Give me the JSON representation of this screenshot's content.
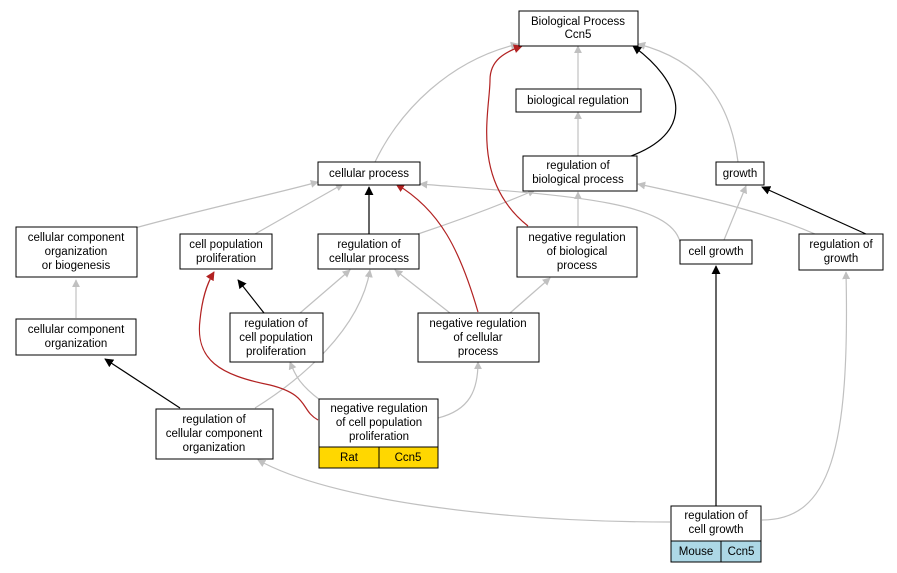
{
  "colors": {
    "is_a_edge": "#c0c0c0",
    "regulates_edge": "#000000",
    "negatively_regulates_edge": "#b22222",
    "rat_badge": "#ffd700",
    "mouse_badge": "#add8e6"
  },
  "nodes": {
    "root": [
      "Biological Process",
      "Ccn5"
    ],
    "biological_regulation": [
      "biological regulation"
    ],
    "cellular_process": [
      "cellular process"
    ],
    "regulation_of_biological_process": [
      "regulation of",
      "biological process"
    ],
    "growth": [
      "growth"
    ],
    "cellular_component_organization_or_biogenesis": [
      "cellular component",
      "organization",
      "or biogenesis"
    ],
    "cell_population_proliferation": [
      "cell population",
      "proliferation"
    ],
    "regulation_of_cellular_process": [
      "regulation of",
      "cellular process"
    ],
    "negative_regulation_of_biological_process": [
      "negative regulation",
      "of biological",
      "process"
    ],
    "cell_growth": [
      "cell growth"
    ],
    "regulation_of_growth": [
      "regulation of",
      "growth"
    ],
    "cellular_component_organization": [
      "cellular component",
      "organization"
    ],
    "regulation_of_cell_population_proliferation": [
      "regulation of",
      "cell population",
      "proliferation"
    ],
    "negative_regulation_of_cellular_process": [
      "negative regulation",
      "of cellular",
      "process"
    ],
    "regulation_of_cellular_component_organization": [
      "regulation of",
      "cellular component",
      "organization"
    ],
    "negative_regulation_of_cell_population_proliferation": [
      "negative regulation",
      "of cell population",
      "proliferation"
    ],
    "regulation_of_cell_growth": [
      "regulation of",
      "cell growth"
    ]
  },
  "annotations": {
    "rat": {
      "species": "Rat",
      "gene": "Ccn5"
    },
    "mouse": {
      "species": "Mouse",
      "gene": "Ccn5"
    }
  },
  "edges": [
    {
      "from": "biological_regulation",
      "to": "root",
      "type": "is_a"
    },
    {
      "from": "cellular_process",
      "to": "root",
      "type": "is_a"
    },
    {
      "from": "growth",
      "to": "root",
      "type": "is_a"
    },
    {
      "from": "regulation_of_biological_process",
      "to": "biological_regulation",
      "type": "is_a"
    },
    {
      "from": "regulation_of_biological_process",
      "to": "root",
      "type": "regulates"
    },
    {
      "from": "negative_regulation_of_biological_process",
      "to": "root",
      "type": "negatively_regulates"
    },
    {
      "from": "cellular_component_organization_or_biogenesis",
      "to": "cellular_process",
      "type": "is_a"
    },
    {
      "from": "cell_population_proliferation",
      "to": "cellular_process",
      "type": "is_a"
    },
    {
      "from": "regulation_of_cellular_process",
      "to": "cellular_process",
      "type": "regulates"
    },
    {
      "from": "regulation_of_cellular_process",
      "to": "regulation_of_biological_process",
      "type": "is_a"
    },
    {
      "from": "negative_regulation_of_biological_process",
      "to": "regulation_of_biological_process",
      "type": "is_a"
    },
    {
      "from": "cell_growth",
      "to": "cellular_process",
      "type": "is_a"
    },
    {
      "from": "cell_growth",
      "to": "growth",
      "type": "is_a"
    },
    {
      "from": "regulation_of_growth",
      "to": "growth",
      "type": "regulates"
    },
    {
      "from": "regulation_of_growth",
      "to": "regulation_of_biological_process",
      "type": "is_a"
    },
    {
      "from": "cellular_component_organization",
      "to": "cellular_component_organization_or_biogenesis",
      "type": "is_a"
    },
    {
      "from": "regulation_of_cell_population_proliferation",
      "to": "cell_population_proliferation",
      "type": "regulates"
    },
    {
      "from": "regulation_of_cell_population_proliferation",
      "to": "regulation_of_cellular_process",
      "type": "is_a"
    },
    {
      "from": "negative_regulation_of_cellular_process",
      "to": "regulation_of_cellular_process",
      "type": "is_a"
    },
    {
      "from": "negative_regulation_of_cellular_process",
      "to": "negative_regulation_of_biological_process",
      "type": "is_a"
    },
    {
      "from": "negative_regulation_of_cellular_process",
      "to": "cellular_process",
      "type": "negatively_regulates"
    },
    {
      "from": "regulation_of_cellular_component_organization",
      "to": "cellular_component_organization",
      "type": "regulates"
    },
    {
      "from": "regulation_of_cellular_component_organization",
      "to": "regulation_of_cellular_process",
      "type": "is_a"
    },
    {
      "from": "negative_regulation_of_cell_population_proliferation",
      "to": "regulation_of_cell_population_proliferation",
      "type": "is_a"
    },
    {
      "from": "negative_regulation_of_cell_population_proliferation",
      "to": "negative_regulation_of_cellular_process",
      "type": "is_a"
    },
    {
      "from": "negative_regulation_of_cell_population_proliferation",
      "to": "cell_population_proliferation",
      "type": "negatively_regulates"
    },
    {
      "from": "regulation_of_cell_growth",
      "to": "cell_growth",
      "type": "regulates"
    },
    {
      "from": "regulation_of_cell_growth",
      "to": "regulation_of_growth",
      "type": "is_a"
    },
    {
      "from": "regulation_of_cell_growth",
      "to": "regulation_of_cellular_component_organization",
      "type": "is_a"
    }
  ]
}
